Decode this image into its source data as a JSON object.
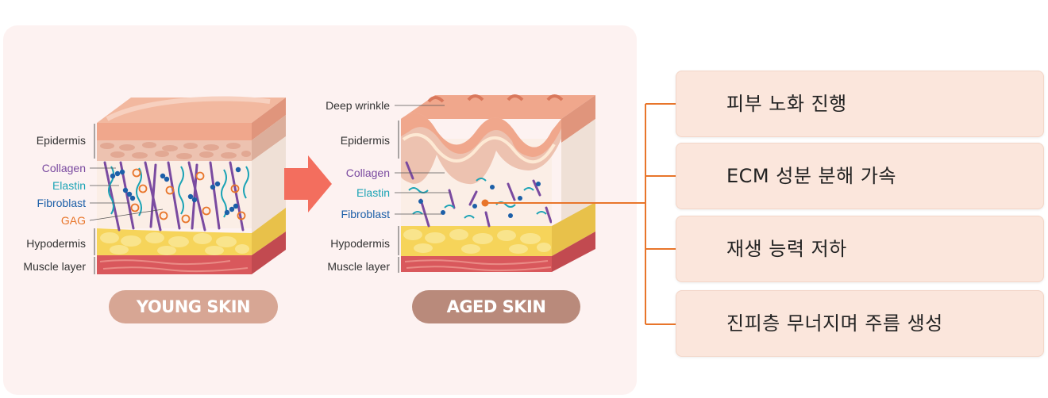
{
  "young_skin": {
    "caption": "YOUNG SKIN",
    "labels": {
      "epidermis": "Epidermis",
      "collagen": "Collagen",
      "elastin": "Elastin",
      "fibroblast": "Fibroblast",
      "gag": "GAG",
      "hypodermis": "Hypodermis",
      "muscle": "Muscle layer"
    }
  },
  "aged_skin": {
    "caption": "AGED SKIN",
    "labels": {
      "deep_wrinkle": "Deep wrinkle",
      "epidermis": "Epidermis",
      "collagen": "Collagen",
      "elastin": "Elastin",
      "fibroblast": "Fibroblast",
      "hypodermis": "Hypodermis",
      "muscle": "Muscle layer"
    }
  },
  "effects": [
    "피부 노화 진행",
    "ECM 성분 분해 가속",
    "재생 능력 저하",
    "진피층 무너지며 주름 생성"
  ],
  "colors": {
    "collagen": "#7a4aa0",
    "elastin": "#1aa3b5",
    "fibroblast": "#1c5fa8",
    "gag": "#e8752a",
    "connector": "#e8752a",
    "arrow": "#f36e5e"
  }
}
